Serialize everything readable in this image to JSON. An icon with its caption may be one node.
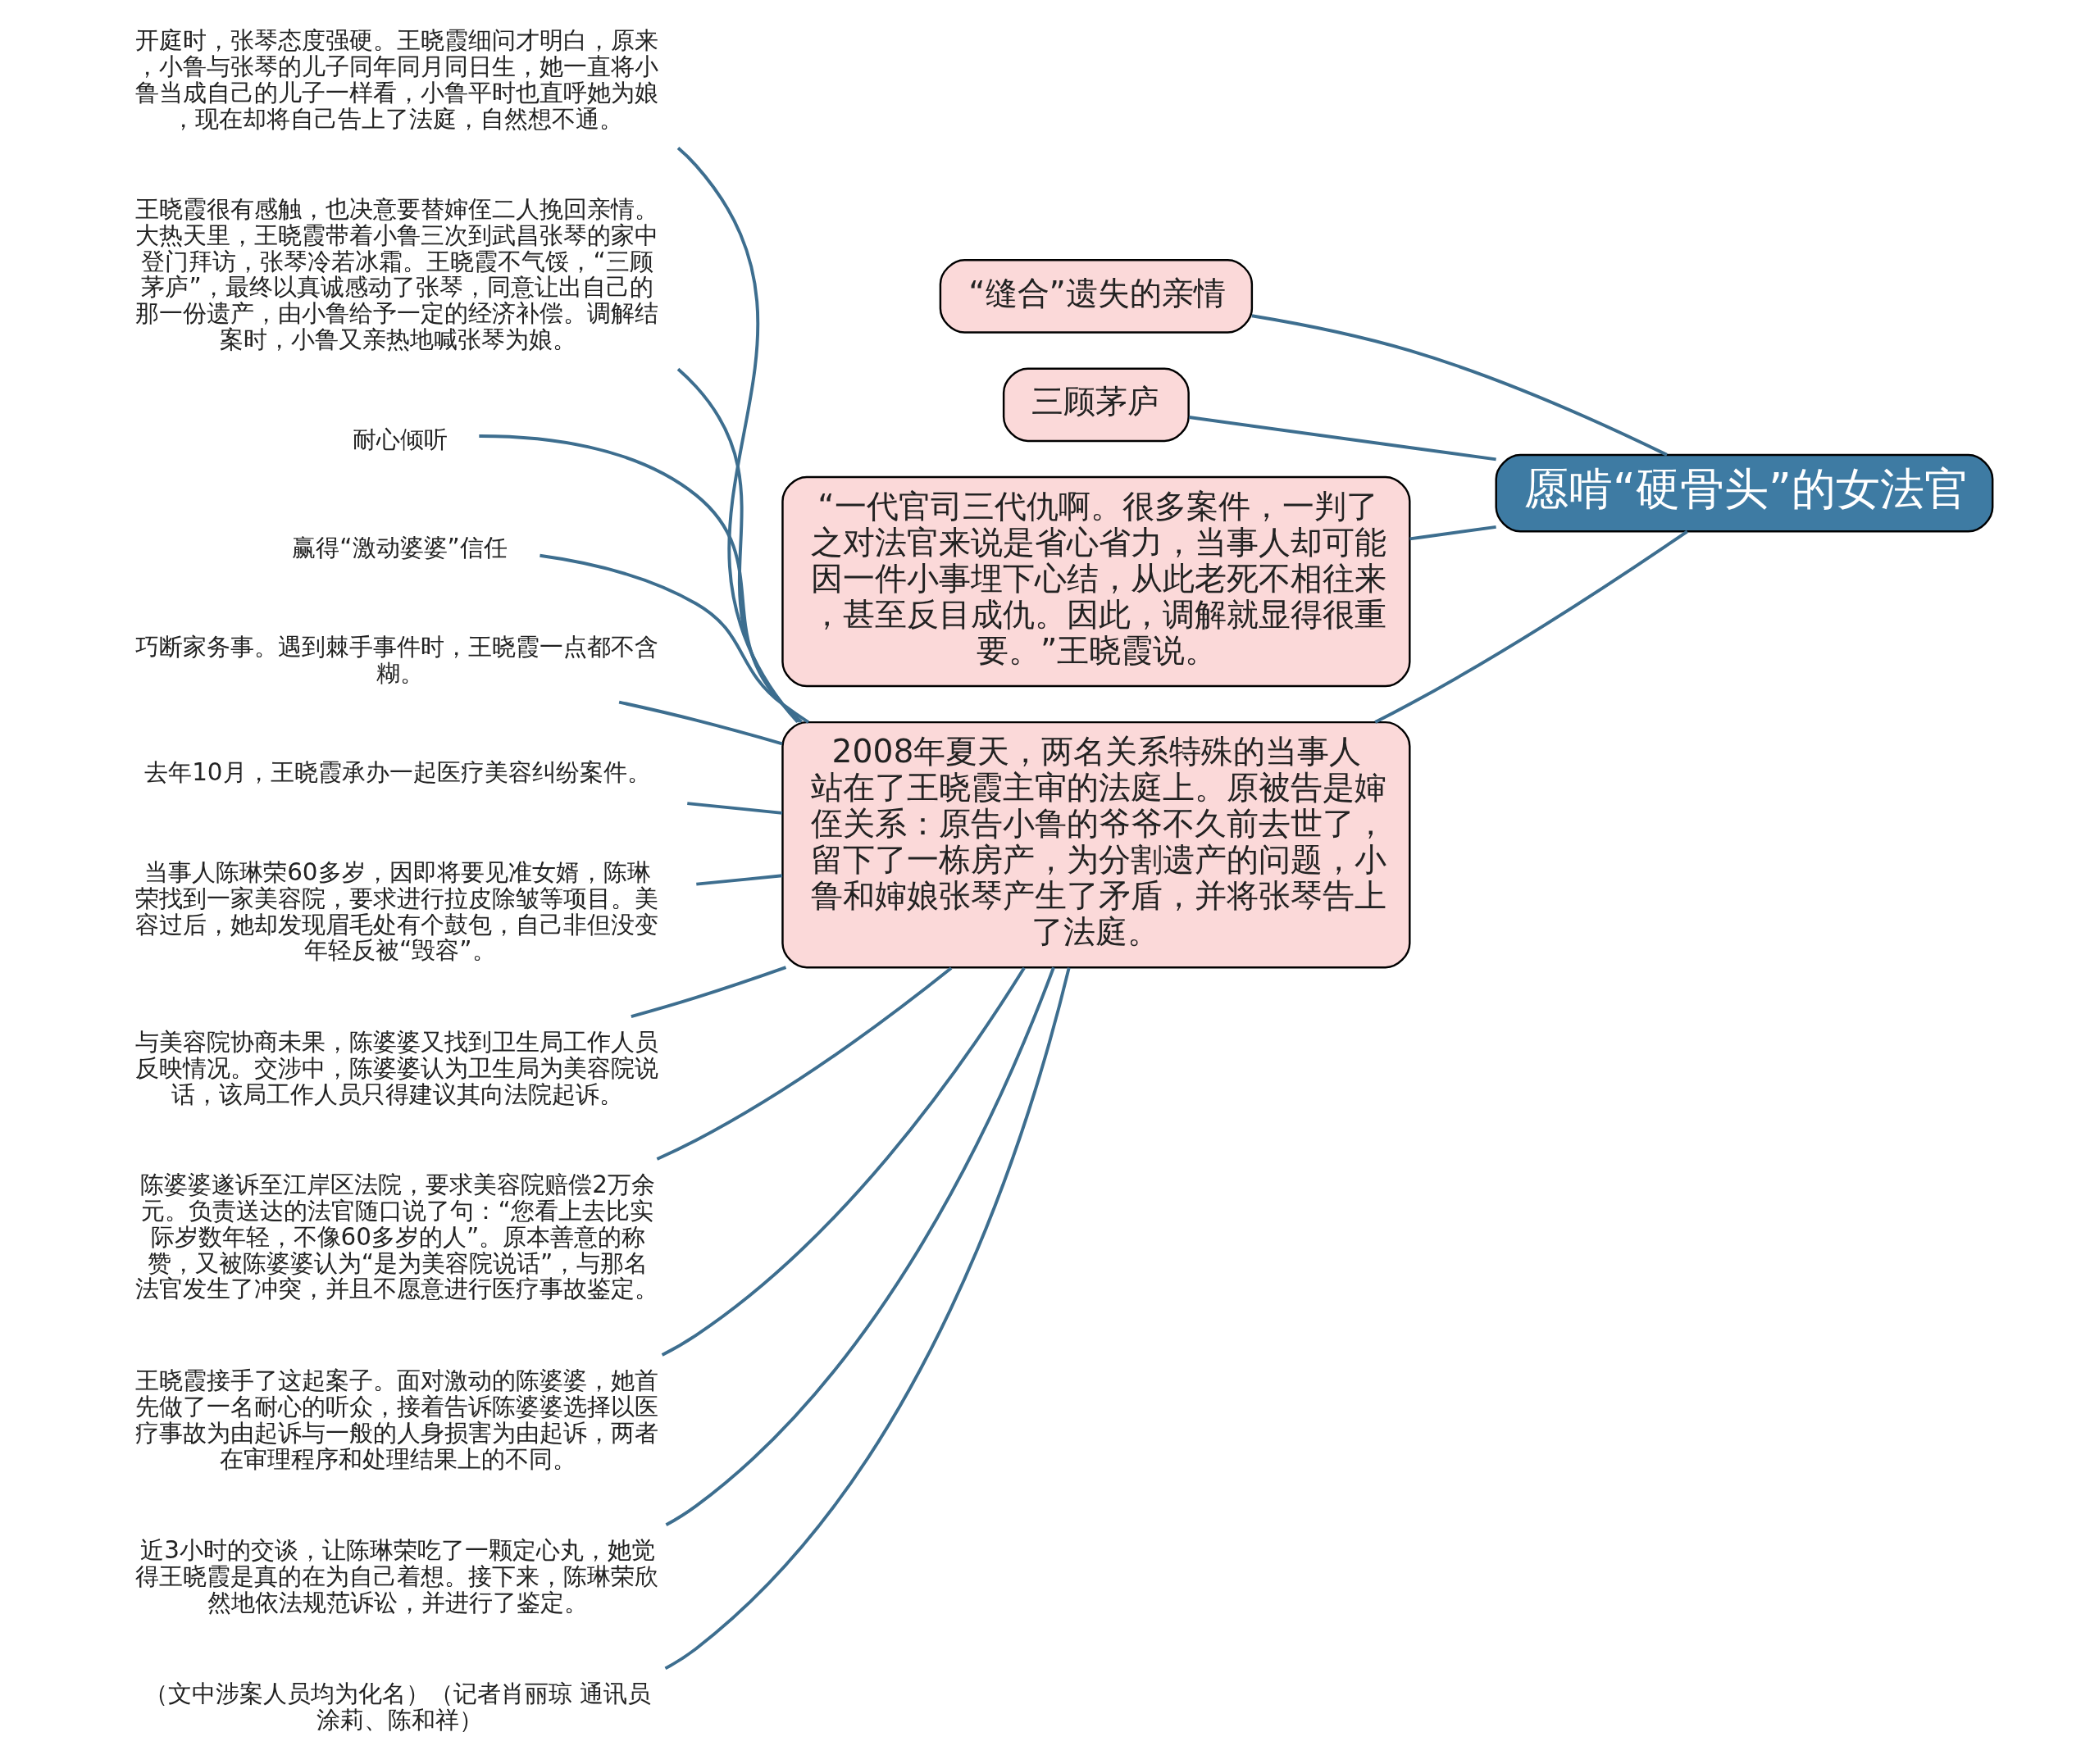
{
  "diagram": {
    "nodes": [
      {
        "text": [
          "愿啃“硬骨头”的女法官"
        ]
      },
      {
        "text": [
          "“缝合”遗失的亲情"
        ]
      },
      {
        "text": [
          "三顾茅庐"
        ]
      },
      {
        "text": [
          "“一代官司三代仇啊。很多案件，一判了之对法官来说是省心省力，当事人却可能因一件小事埋下心结，从此老死不相往来，甚至反目成仇。因此，调解就显得很重要。”王晓霞说。"
        ]
      },
      {
        "text": [
          "2008年夏天，两名关系特殊的当事人站在了王晓霞主审的法庭上。原被告是婶侄关系：原告小鲁的爷爷不久前去世了，留下了一栋房产，为分割遗产的问题，小鲁和婶娘张琴产生了矛盾，并将张琴告上了法庭。"
        ]
      },
      {
        "text": [
          "开庭时，张琴态度强硬。王晓霞细问才明白，原来，小鲁与张琴的儿子同年同月同日生，她一直将小鲁当成自己的儿子一样看，小鲁平时也直呼她为娘，现在却将自己告上了法庭，自然想不通。"
        ]
      },
      {
        "text": [
          "王晓霞很有感触，也决意要替婶侄二人挽回亲情。大热天里，王晓霞带着小鲁三次到武昌张琴的家中登门拜访，张琴冷若冰霜。王晓霞不气馁，“三顾茅庐”，最终以真诚感动了张琴，同意让出自己的那一份遗产，由小鲁给予一定的经济补偿。调解结案时，小鲁又亲热地喊张琴为娘。"
        ]
      },
      {
        "text": [
          "耐心倾听"
        ]
      },
      {
        "text": [
          "赢得“激动婆婆”信任"
        ]
      },
      {
        "text": [
          "巧断家务事。遇到棘手事件时，王晓霞一点都不含糊。"
        ]
      },
      {
        "text": [
          "去年10月，王晓霞承办一起医疗美容纠纷案件。"
        ]
      },
      {
        "text": [
          "当事人陈琳荣60多岁，因即将要见准女婿，陈琳荣找到一家美容院，要求进行拉皮除皱等项目。美容过后，她却发现眉毛处有个鼓包，自己非但没变年轻反被“毁容”。"
        ]
      },
      {
        "text": [
          "与美容院协商未果，陈婆婆又找到卫生局工作人员反映情况。交涉中，陈婆婆认为卫生局为美容院说话，该局工作人员只得建议其向法院起诉。"
        ]
      },
      {
        "text": [
          "陈婆婆遂诉至江岸区法院，要求美容院赔偿2万余元。负责送达的法官随口说了句：“您看上去比实际岁数年轻，不像60多岁的人”。原本善意的称赞，又被陈婆婆认为“是为美容院说话”，与那名法官发生了冲突，并且不愿意进行医疗事故鉴定。"
        ]
      },
      {
        "text": [
          "王晓霞接手了这起案子。面对激动的陈婆婆，她首先做了一名耐心的听众，接着告诉陈婆婆选择以医疗事故为由起诉与一般的人身损害为由起诉，两者在审理程序和处理结果上的不同。"
        ]
      },
      {
        "text": [
          "近3小时的交谈，让陈琳荣吃了一颗定心丸，她觉得王晓霞是真的在为自己着想。接下来，陈琳荣欣然地依法规范诉讼，并进行了鉴定。"
        ]
      },
      {
        "text": [
          "（文中涉案人员均为化名）（记者肖丽琼 通讯员涂莉、陈和祥）"
        ]
      }
    ],
    "edges": [
      {
        "from": 0,
        "to": 1,
        "arrow": "none"
      },
      {
        "from": 0,
        "to": 2,
        "arrow": "none"
      },
      {
        "from": 0,
        "to": 3,
        "arrow": "none"
      },
      {
        "from": 0,
        "to": 4,
        "arrow": "none"
      },
      {
        "from": 4,
        "to": 5,
        "arrow": "none"
      },
      {
        "from": 4,
        "to": 6,
        "arrow": "none"
      },
      {
        "from": 4,
        "to": 7,
        "arrow": "none"
      },
      {
        "from": 4,
        "to": 8,
        "arrow": "none"
      },
      {
        "from": 4,
        "to": 9,
        "arrow": "none"
      },
      {
        "from": 4,
        "to": 10,
        "arrow": "none"
      },
      {
        "from": 4,
        "to": 11,
        "arrow": "none"
      },
      {
        "from": 4,
        "to": 12,
        "arrow": "none"
      },
      {
        "from": 4,
        "to": 13,
        "arrow": "none"
      },
      {
        "from": 4,
        "to": 14,
        "arrow": "none"
      },
      {
        "from": 4,
        "to": 15,
        "arrow": "none"
      },
      {
        "from": 4,
        "to": 16,
        "arrow": "none"
      }
    ]
  }
}
